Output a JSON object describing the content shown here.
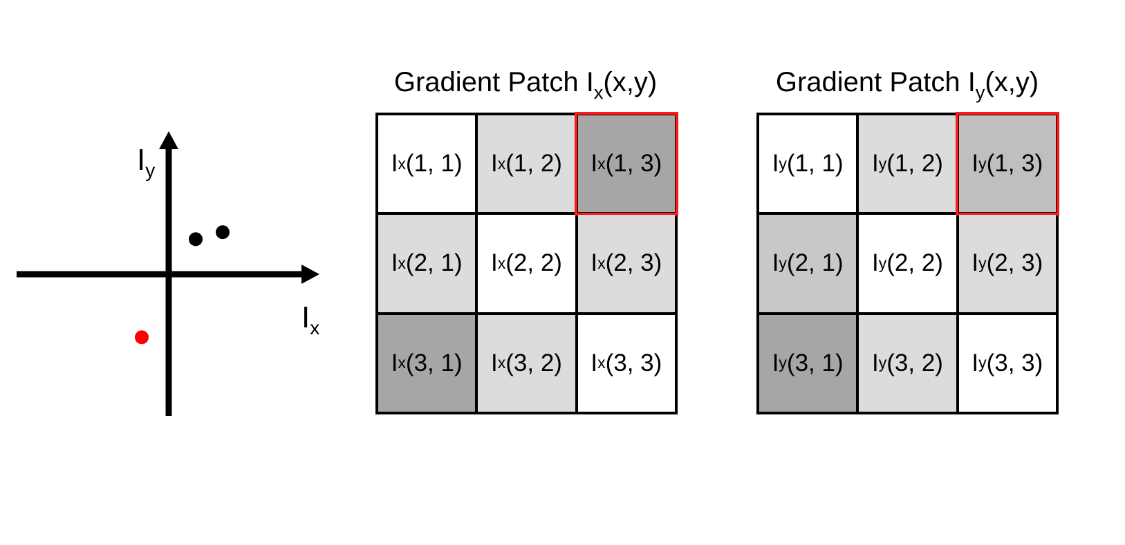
{
  "scatter": {
    "x_axis_base": "I",
    "x_axis_sub": "x",
    "y_axis_base": "I",
    "y_axis_sub": "y",
    "points": [
      {
        "x": 1,
        "y": 1,
        "color": "#000000"
      },
      {
        "x": 2,
        "y": 1.2,
        "color": "#000000"
      },
      {
        "x": -1,
        "y": -1.8,
        "color": "#ff0000"
      }
    ]
  },
  "panels": [
    {
      "title_base": "Gradient Patch I",
      "title_sub": "x",
      "title_suffix": "(x,y)",
      "highlight_color": "#ff1a1a",
      "cells": [
        {
          "base": "I",
          "sub": "x",
          "args": "(1, 1)",
          "fill": "#ffffff"
        },
        {
          "base": "I",
          "sub": "x",
          "args": "(1, 2)",
          "fill": "#dcdcdc"
        },
        {
          "base": "I",
          "sub": "x",
          "args": "(1, 3)",
          "fill": "#a6a6a6",
          "highlight": true
        },
        {
          "base": "I",
          "sub": "x",
          "args": "(2, 1)",
          "fill": "#dcdcdc"
        },
        {
          "base": "I",
          "sub": "x",
          "args": "(2, 2)",
          "fill": "#ffffff"
        },
        {
          "base": "I",
          "sub": "x",
          "args": "(2, 3)",
          "fill": "#dcdcdc"
        },
        {
          "base": "I",
          "sub": "x",
          "args": "(3, 1)",
          "fill": "#a6a6a6"
        },
        {
          "base": "I",
          "sub": "x",
          "args": "(3, 2)",
          "fill": "#dcdcdc"
        },
        {
          "base": "I",
          "sub": "x",
          "args": "(3, 3)",
          "fill": "#ffffff"
        }
      ]
    },
    {
      "title_base": "Gradient Patch I",
      "title_sub": "y",
      "title_suffix": "(x,y)",
      "highlight_color": "#ff1a1a",
      "cells": [
        {
          "base": "I",
          "sub": "y",
          "args": "(1, 1)",
          "fill": "#ffffff"
        },
        {
          "base": "I",
          "sub": "y",
          "args": "(1, 2)",
          "fill": "#dcdcdc"
        },
        {
          "base": "I",
          "sub": "y",
          "args": "(1, 3)",
          "fill": "#bfbfbf",
          "highlight": true
        },
        {
          "base": "I",
          "sub": "y",
          "args": "(2, 1)",
          "fill": "#c8c8c8"
        },
        {
          "base": "I",
          "sub": "y",
          "args": "(2, 2)",
          "fill": "#ffffff"
        },
        {
          "base": "I",
          "sub": "y",
          "args": "(2, 3)",
          "fill": "#dcdcdc"
        },
        {
          "base": "I",
          "sub": "y",
          "args": "(3, 1)",
          "fill": "#a6a6a6"
        },
        {
          "base": "I",
          "sub": "y",
          "args": "(3, 2)",
          "fill": "#dcdcdc"
        },
        {
          "base": "I",
          "sub": "y",
          "args": "(3, 3)",
          "fill": "#ffffff"
        }
      ]
    }
  ]
}
